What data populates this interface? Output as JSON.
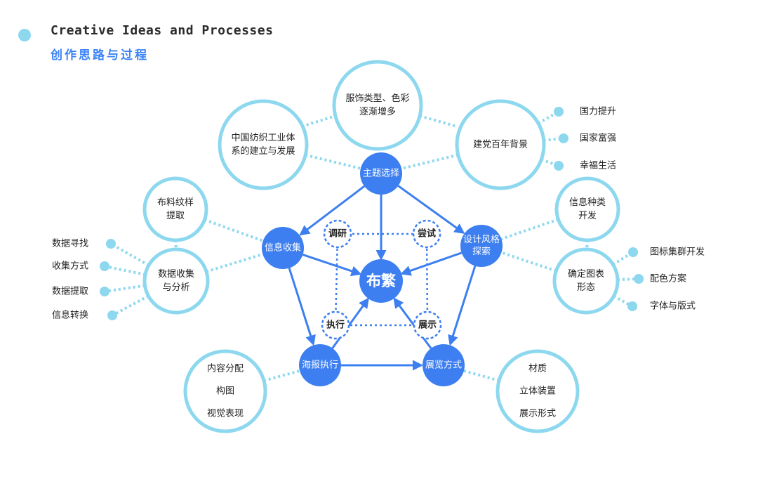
{
  "header": {
    "title_en": "Creative Ideas and Processes",
    "title_zh": "创作思路与过程"
  },
  "colors": {
    "primary": "#3d7ff0",
    "light": "#8dd8ef",
    "text": "#222222"
  },
  "diagram": {
    "core": "布繁",
    "primary_nodes": [
      {
        "id": "theme",
        "lines": [
          "主题选择"
        ]
      },
      {
        "id": "info",
        "lines": [
          "信息收集"
        ]
      },
      {
        "id": "style",
        "lines": [
          "设计风格",
          "探索"
        ]
      },
      {
        "id": "poster",
        "lines": [
          "海报执行"
        ]
      },
      {
        "id": "display",
        "lines": [
          "展览方式"
        ]
      }
    ],
    "inner_nodes": [
      "调研",
      "尝试",
      "执行",
      "展示"
    ],
    "outer_nodes": [
      {
        "id": "textile",
        "lines": [
          "中国纺织工业体",
          "系的建立与发展"
        ]
      },
      {
        "id": "apparel",
        "lines": [
          "服饰类型、色彩",
          "逐渐增多"
        ]
      },
      {
        "id": "party",
        "lines": [
          "建党百年背景"
        ]
      },
      {
        "id": "fabric",
        "lines": [
          "布料纹样",
          "提取"
        ]
      },
      {
        "id": "datacollect",
        "lines": [
          "数据收集",
          "与分析"
        ]
      },
      {
        "id": "infotype",
        "lines": [
          "信息种类",
          "开发"
        ]
      },
      {
        "id": "chartform",
        "lines": [
          "确定图表",
          "形态"
        ]
      },
      {
        "id": "content",
        "lines": [
          "内容分配",
          "构图",
          "视觉表现"
        ]
      },
      {
        "id": "material",
        "lines": [
          "材质",
          "立体装置",
          "展示形式"
        ]
      }
    ],
    "leaves": {
      "party": [
        "国力提升",
        "国家富强",
        "幸福生活"
      ],
      "datacollect": [
        "数据寻找",
        "收集方式",
        "数据提取",
        "信息转换"
      ],
      "chartform": [
        "图标集群开发",
        "配色方案",
        "字体与版式"
      ]
    }
  }
}
